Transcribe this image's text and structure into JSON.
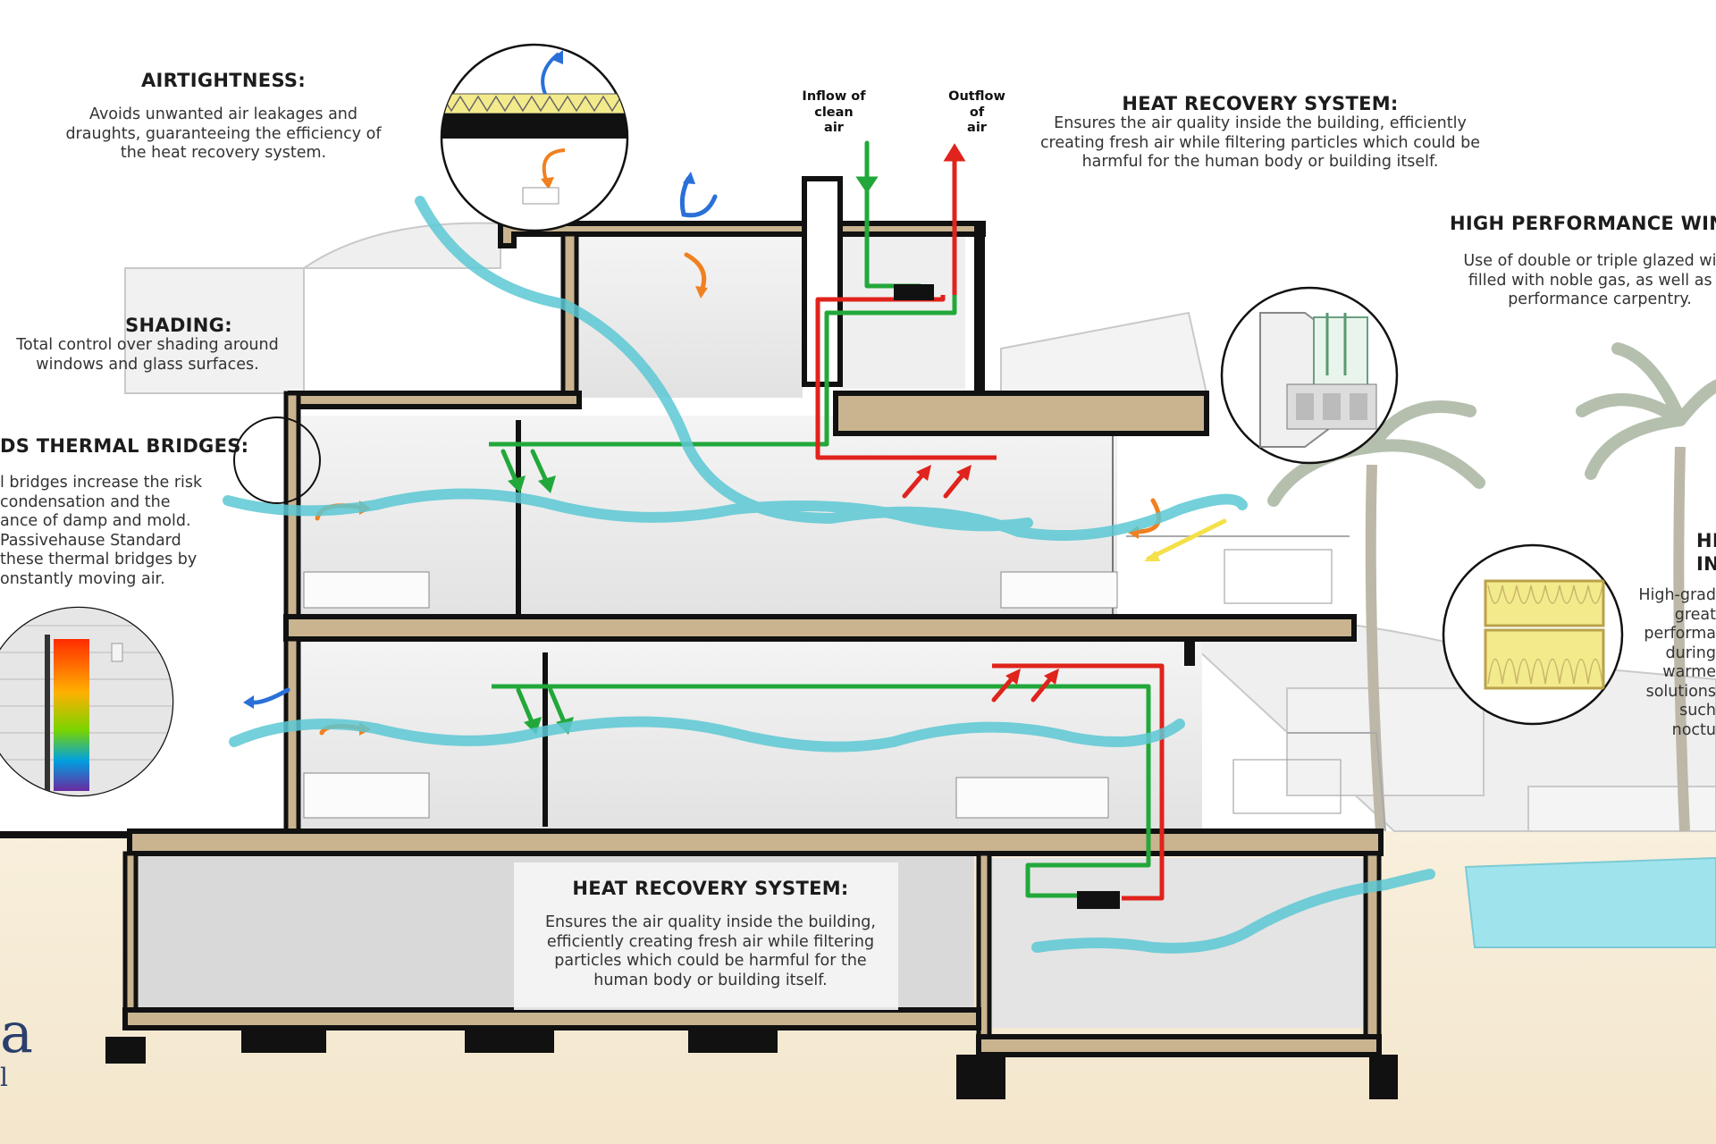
{
  "labels": {
    "airtightness_title": "AIRTIGHTNESS:",
    "airtightness_text": "Avoids unwanted air leakages and draughts, guaranteeing the efficiency of the heat recovery system.",
    "shading_title": "SHADING:",
    "shading_text": "Total control over shading around windows and glass surfaces.",
    "thermal_title": "DS THERMAL BRIDGES:",
    "thermal_line1": "l bridges increase the risk",
    "thermal_line2": "condensation and the",
    "thermal_line3": "ance of damp and mold.",
    "thermal_line4": "Passivehause Standard",
    "thermal_line5": "these thermal bridges by",
    "thermal_line6": "onstantly moving air.",
    "inflow_line1": "Inflow of",
    "inflow_line2": "clean",
    "inflow_line3": "air",
    "outflow_line1": "Outflow",
    "outflow_line2": "of",
    "outflow_line3": "air",
    "hrs_top_title": "HEAT RECOVERY SYSTEM:",
    "hrs_top_text": "Ensures the air quality inside the building, efficiently creating fresh air while filtering particles which could be harmful for the human body or building itself.",
    "windows_title": "HIGH PERFORMANCE WINDO",
    "windows_line1": "Use of double or triple glazed wind",
    "windows_line2": "filled with noble gas, as well as hi",
    "windows_line3": "performance carpentry.",
    "insul_title_1": "HI",
    "insul_title_2": "IN",
    "insul_line1": "High-grad",
    "insul_line2": "great",
    "insul_line3": "performa",
    "insul_line4": "during",
    "insul_line5": "warme",
    "insul_line6": "solutions",
    "insul_line7": "such",
    "insul_line8": "noctu",
    "hrs_bottom_title": "HEAT RECOVERY SYSTEM:",
    "hrs_bottom_text": "Ensures the air quality inside the building, efficiently creating fresh air while filtering particles which could be harmful for the human body or building itself.",
    "brand_big": "a",
    "brand_small": "l"
  },
  "colors": {
    "structure": "#111111",
    "slab_fill": "#c9b48f",
    "ground": "#f6ecd8",
    "airflow": "#5cc8d4",
    "fresh_air_duct": "#22a83a",
    "exhaust_duct": "#e0231c",
    "warm_arrow": "#f08020",
    "cool_arrow": "#2a70d8",
    "solar_arrow": "#f4e04a",
    "insulation": "#f3ea8c",
    "pool": "#9fe4ec",
    "brand": "#2a3f6b"
  },
  "icons": [
    "airtightness-detail-icon",
    "thermal-bridge-detail-icon",
    "window-profile-detail-icon",
    "insulation-detail-icon",
    "heat-recovery-unit-icon",
    "palm-tree-icon"
  ]
}
